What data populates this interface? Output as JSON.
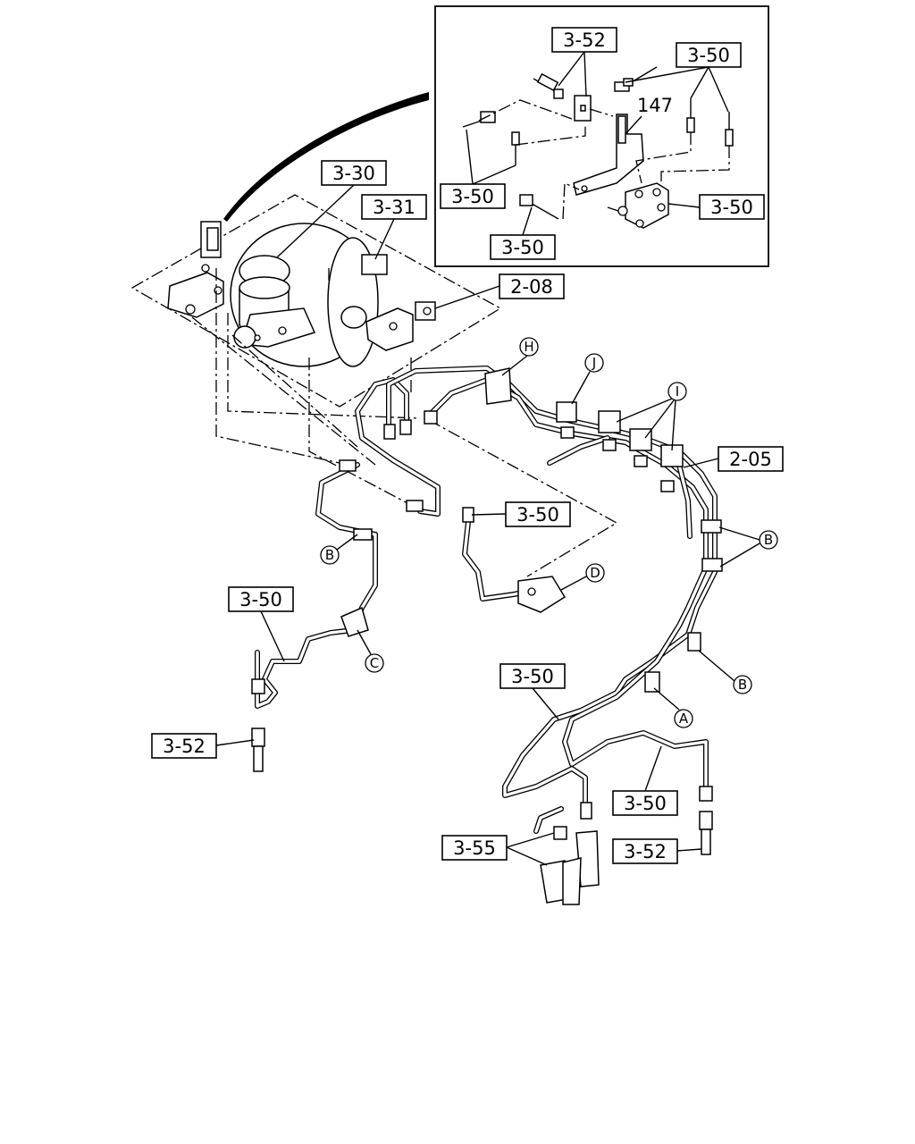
{
  "diagram": {
    "detail_labels": {
      "l1": "3-52",
      "l2": "3-50",
      "l3": "3-50",
      "l4": "3-50",
      "l5": "3-50",
      "ref": "147"
    },
    "main_labels": {
      "m1": "3-30",
      "m2": "3-31",
      "m3": "2-08",
      "m4": "2-05",
      "m5": "3-50",
      "m6": "3-50",
      "m7": "3-52",
      "m8": "3-50",
      "m9": "3-50",
      "m10": "3-52",
      "m11": "3-55"
    },
    "callouts": {
      "A": "A",
      "B1": "B",
      "B2": "B",
      "B3": "B",
      "C": "C",
      "D": "D",
      "H": "H",
      "I": "I",
      "J": "J"
    }
  }
}
